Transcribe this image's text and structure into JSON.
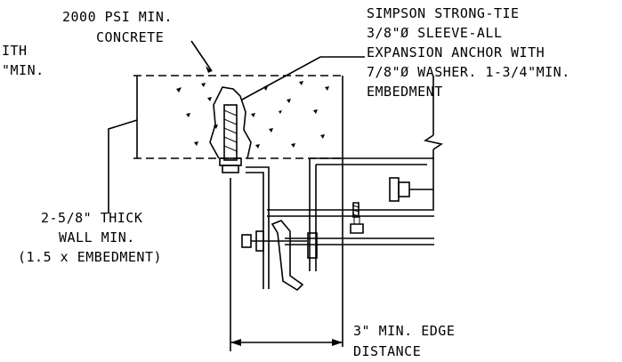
{
  "labels": {
    "concrete_line1": "2000 PSI MIN.",
    "concrete_line2": "CONCRETE",
    "anchor_line1": "SIMPSON STRONG-TIE",
    "anchor_line2": "3/8\"Ø SLEEVE-ALL",
    "anchor_line3": "EXPANSION ANCHOR WITH",
    "anchor_line4": "7/8\"Ø WASHER. 1-3/4\"MIN.",
    "anchor_line5": "EMBEDMENT",
    "wall_line1": "2-5/8\" THICK",
    "wall_line2": "WALL MIN.",
    "wall_line3": "(1.5 x EMBEDMENT)",
    "edge_line1": "3\" MIN. EDGE",
    "edge_line2": "DISTANCE",
    "cut_line1": "ITH",
    "cut_line2": "\"MIN."
  },
  "colors": {
    "ink": "#000000",
    "paper": "#ffffff"
  }
}
